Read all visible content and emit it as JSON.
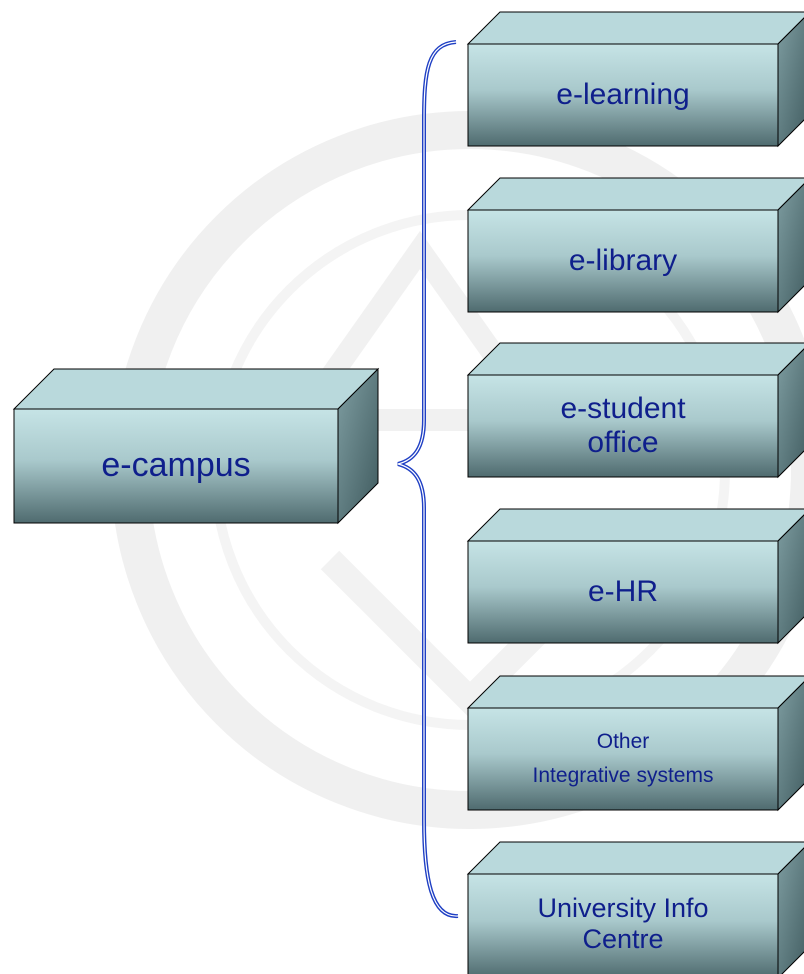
{
  "root": {
    "label": "e-campus"
  },
  "modules": [
    {
      "label": "e-learning"
    },
    {
      "label": "e-library"
    },
    {
      "label": "e-student\n office"
    },
    {
      "label": "e-HR"
    },
    {
      "label": "Other\nIntegrative systems"
    },
    {
      "label": "University Info\nCentre"
    }
  ],
  "colors": {
    "box_top": "#c6e4e6",
    "box_bottom": "#4f6b6f",
    "box_side": "#5b7c80",
    "box_top_face": "#b9d9dc",
    "text": "#0f1f8c",
    "brace": "#1f3fc4",
    "watermark": "#d9d9d9"
  }
}
